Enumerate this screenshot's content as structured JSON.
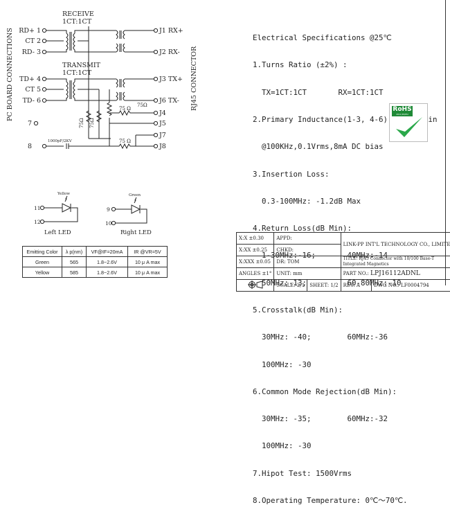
{
  "schematic": {
    "receive_title": "RECEIVE",
    "receive_ratio": "1CT:1CT",
    "transmit_title": "TRANSMIT",
    "transmit_ratio": "1CT:1CT",
    "left_side_label": "PC BOARD CONNECTIONS",
    "right_side_label": "RJ45 CONNECTOR",
    "left_pins": [
      "RD+ 1",
      "CT 2",
      "RD- 3",
      "TD+ 4",
      "CT 5",
      "TD- 6",
      "7",
      "8"
    ],
    "right_pins": [
      "J1 RX+",
      "J2 RX-",
      "J3 TX+",
      "J6 TX-",
      "J4",
      "J5",
      "J7",
      "J8"
    ],
    "resistor_label": "75 Ω",
    "resistor_label_short": "75Ω",
    "cap_label": "1000pF/2KV"
  },
  "leds": {
    "yellow_label": "Yellow",
    "green_label": "Green",
    "left_pins": [
      "11",
      "12"
    ],
    "right_pins": [
      "9",
      "10"
    ],
    "left_caption": "Left LED",
    "right_caption": "Right LED"
  },
  "emit_table": {
    "headers": [
      "Emitting Color",
      "λ p(nm)",
      "VF@IF=20mA",
      "IR @VR=5V"
    ],
    "rows": [
      [
        "Green",
        "565",
        "1.8~2.6V",
        "10 μ A max"
      ],
      [
        "Yellow",
        "585",
        "1.8~2.6V",
        "10 μ A max"
      ]
    ]
  },
  "specs": {
    "lines": [
      "Electrical Specifications @25℃",
      "1.Turns Ratio (±2%) :",
      "  TX=1CT:1CT       RX=1CT:1CT",
      "2.Primary Inductance(1-3, 4-6): 350uH Min",
      "  @100KHz,0.1Vrms,8mA DC bias",
      "3.Insertion Loss:",
      "  0.3-100MHz: -1.2dB Max",
      "4.Return Loss(dB Min):",
      "  1-30MHz:-16;       40MHz:-14",
      "  50MHz:-13;         60-80MHz:-10",
      "5.Crosstalk(dB Min):",
      "  30MHz: -40;        60MHz:-36",
      "  100MHz: -30",
      "6.Common Mode Rejection(dB Min):",
      "  30MHz: -35;        60MHz:-32",
      "  100MHz: -30",
      "7.Hipot Test: 1500Vrms",
      "8.Operating Temperature: 0℃～70℃."
    ]
  },
  "rohs": {
    "label": "RoHS",
    "sub": "2011/65/EU"
  },
  "title_block": {
    "tol1": "X:X    ±0.30",
    "tol2": "X:XX   ±0.25",
    "tol3": "X:XXX  ±0.05",
    "tol4": "ANGLES ±1°",
    "appd": "APPD:",
    "chkd": "CHKD:",
    "dr": "DR:   TOM",
    "unit": "UNIT:   mm",
    "company": "LINK-PP INT'L TECHNOLOGY CO., LIMITED",
    "title_label": "TITLE:",
    "title_text": "RJ45 Connector with 10/100 Base-T Integrated Magnetics",
    "part_label": "PART NO.:",
    "part_no": "LPJ16112ADNL",
    "scale": "SCALE: 2/1",
    "sheet": "SHEET: 1/2",
    "rev": "REV: A",
    "dwg_label": "DWG NO.:",
    "dwg_no": "LF0004794"
  }
}
